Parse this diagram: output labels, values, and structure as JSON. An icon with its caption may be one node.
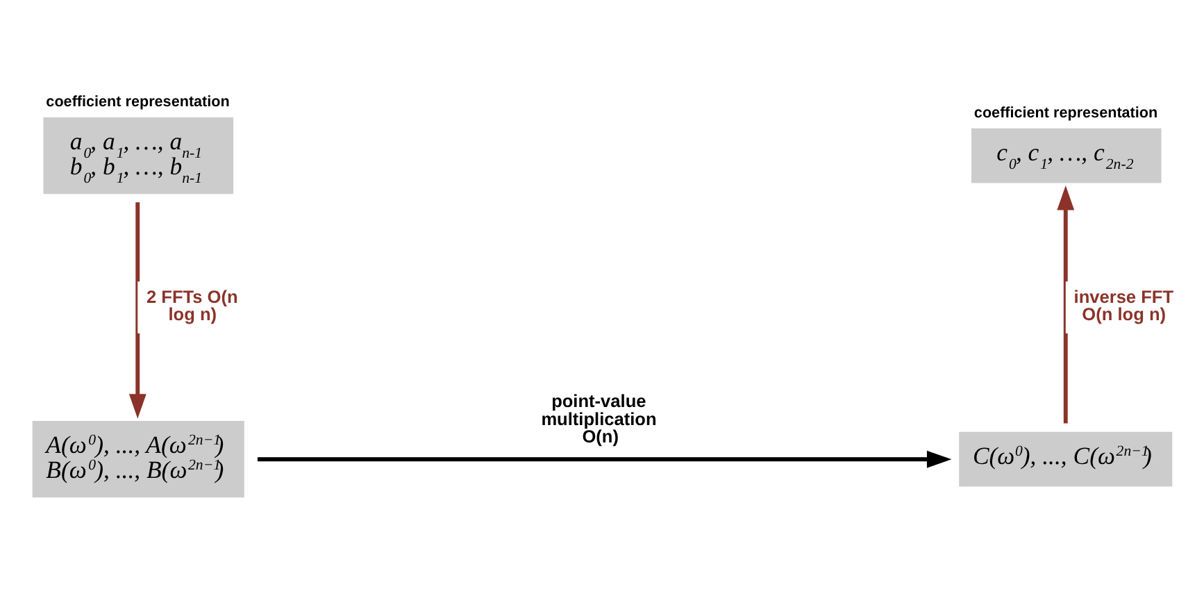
{
  "diagram": {
    "nodes": [
      {
        "text": [
          "coefficient representation",
          "a$_{0}$, a$_{1}$, …, a$_{n-1}$ b$_{0}$, b$_{1}$, …, b$_{n-1}$"
        ]
      },
      {
        "text": [
          "coefficient representation",
          "c$_{0}$, c$_{1}$, …, c$_{2n-2}$"
        ]
      },
      {
        "text": [
          "A(ω$^{0}$), ..., A(ω$^{2n−1}$) B(ω$^{0}$), ..., B(ω$^{2n−1}$)"
        ]
      },
      {
        "text": [
          "C(ω$^{0}$), ..., C(ω$^{2n−1}$)"
        ]
      }
    ],
    "edges": [
      {
        "from": 0,
        "to": 2,
        "arrow": "to",
        "label": "2 FFTs O(n log n)"
      },
      {
        "from": 2,
        "to": 3,
        "arrow": "to",
        "label": "point-value multiplication O(n)",
        "color": "#000000"
      },
      {
        "from": 3,
        "to": 1,
        "arrow": "to",
        "label": "inverse FFT O(n log n)"
      }
    ]
  }
}
